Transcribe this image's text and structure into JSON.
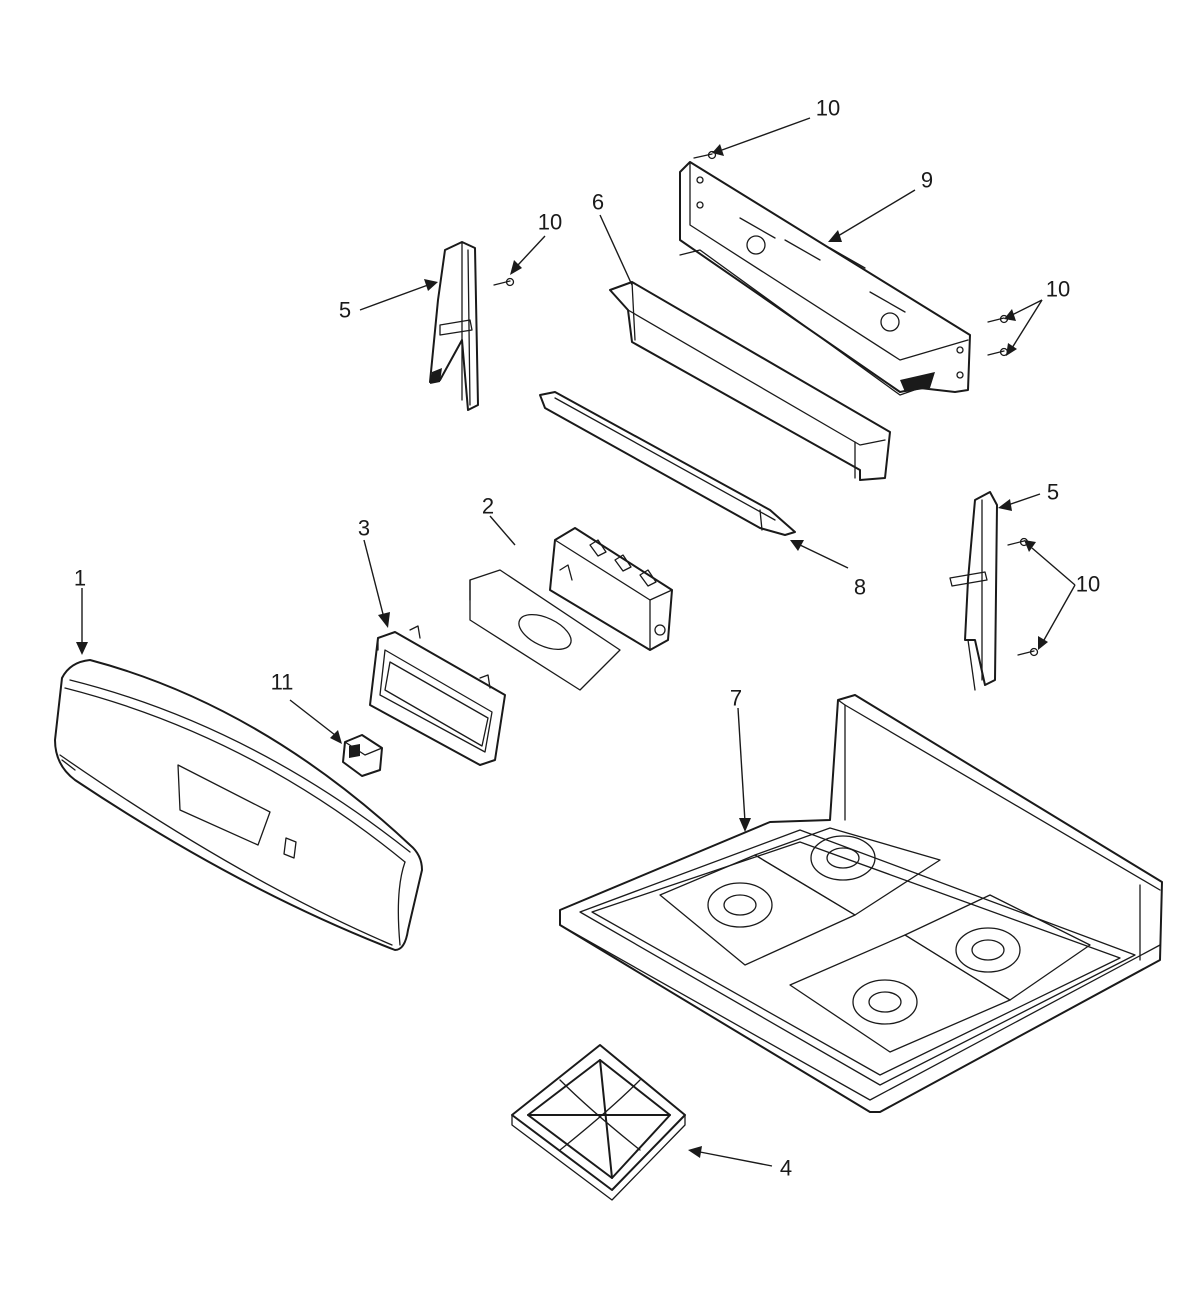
{
  "callouts": {
    "c1": "1",
    "c2": "2",
    "c3": "3",
    "c4": "4",
    "c5a": "5",
    "c5b": "5",
    "c6": "6",
    "c7": "7",
    "c8": "8",
    "c9": "9",
    "c10a": "10",
    "c10b": "10",
    "c10c": "10",
    "c10d": "10",
    "c11": "11"
  }
}
